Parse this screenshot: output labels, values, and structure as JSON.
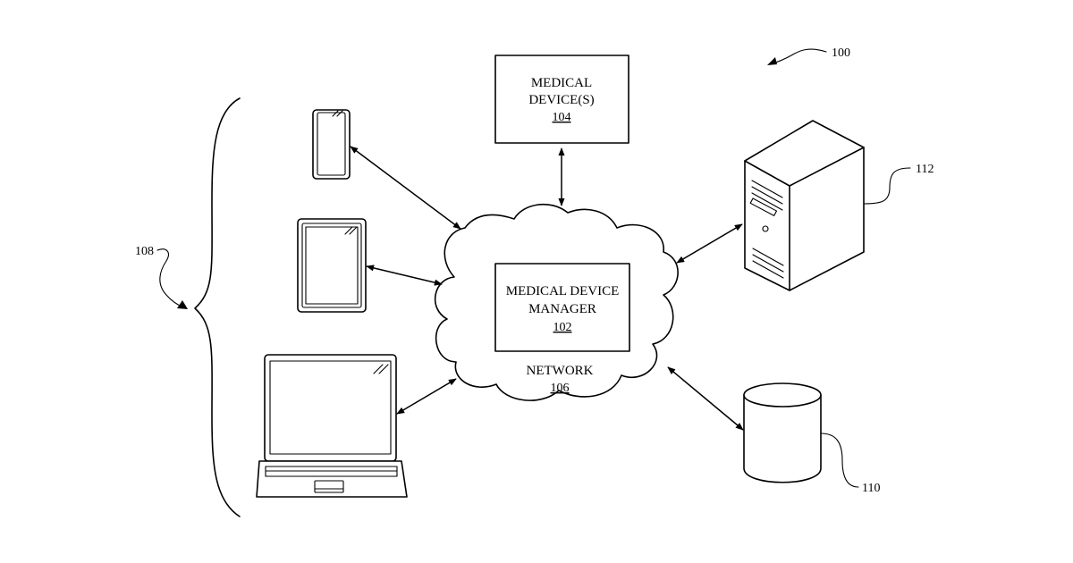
{
  "figure": {
    "ref": "100"
  },
  "medical_devices": {
    "line1": "MEDICAL",
    "line2": "DEVICE(S)",
    "ref": "104"
  },
  "manager": {
    "line1": "MEDICAL DEVICE",
    "line2": "MANAGER",
    "ref": "102"
  },
  "network": {
    "label": "NETWORK",
    "ref": "106"
  },
  "client_devices": {
    "ref": "108",
    "items": [
      "smartphone-icon",
      "tablet-icon",
      "laptop-icon"
    ]
  },
  "server": {
    "ref": "112",
    "icon": "server-tower-icon"
  },
  "database": {
    "ref": "110",
    "icon": "database-cylinder-icon"
  }
}
